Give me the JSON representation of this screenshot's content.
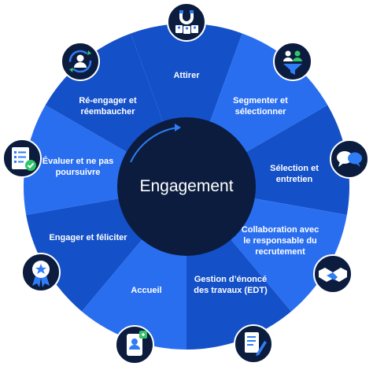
{
  "center": {
    "label": "Engagement"
  },
  "segments": [
    {
      "label": "Attirer",
      "icon": "magnet-people-icon"
    },
    {
      "label": "Segmenter et sélectionner",
      "icon": "funnel-people-icon"
    },
    {
      "label": "Sélection et entretien",
      "icon": "chat-bubbles-icon"
    },
    {
      "label": "Collaboration avec le responsable du recrutement",
      "icon": "handshake-icon"
    },
    {
      "label": "Gestion d’énoncé des travaux (EDT)",
      "icon": "document-pen-icon"
    },
    {
      "label": "Accueil",
      "icon": "id-badge-icon"
    },
    {
      "label": "Engager et féliciter",
      "icon": "award-ribbon-icon"
    },
    {
      "label": "Évaluer et ne pas poursuivre",
      "icon": "checklist-icon"
    },
    {
      "label": "Ré-engager et réembaucher",
      "icon": "person-cycle-icon"
    }
  ],
  "colors": {
    "wheel_dark": "#1450c8",
    "wheel_light": "#2a6ef0",
    "hub": "#0b1c3e",
    "icon_bg": "#0b1c3e",
    "icon_accent": "#2f7df6",
    "icon_green": "#31c46b"
  }
}
